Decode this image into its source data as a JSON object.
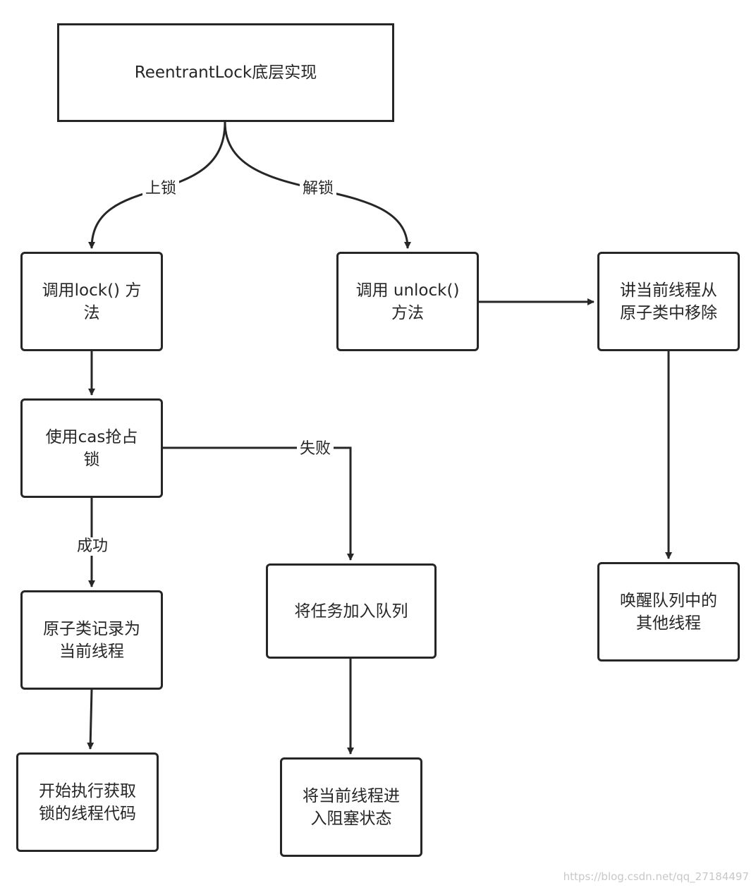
{
  "nodes": {
    "root": "ReentrantLock底层实现",
    "call_lock": "调用lock() 方\n法",
    "call_unlock": "调用 unlock()\n方法",
    "remove_thread": "讲当前线程从\n原子类中移除",
    "cas_grab": "使用cas抢占\n锁",
    "record_thread": "原子类记录为\n当前线程",
    "execute_code": "开始执行获取\n锁的线程代码",
    "enqueue": "将任务加入队列",
    "block_thread": "将当前线程进\n入阻塞状态",
    "wake_threads": "唤醒队列中的\n其他线程"
  },
  "edges": {
    "lock": "上锁",
    "unlock": "解锁",
    "fail": "失败",
    "success": "成功"
  },
  "watermark": "https://blog.csdn.net/qq_27184497"
}
